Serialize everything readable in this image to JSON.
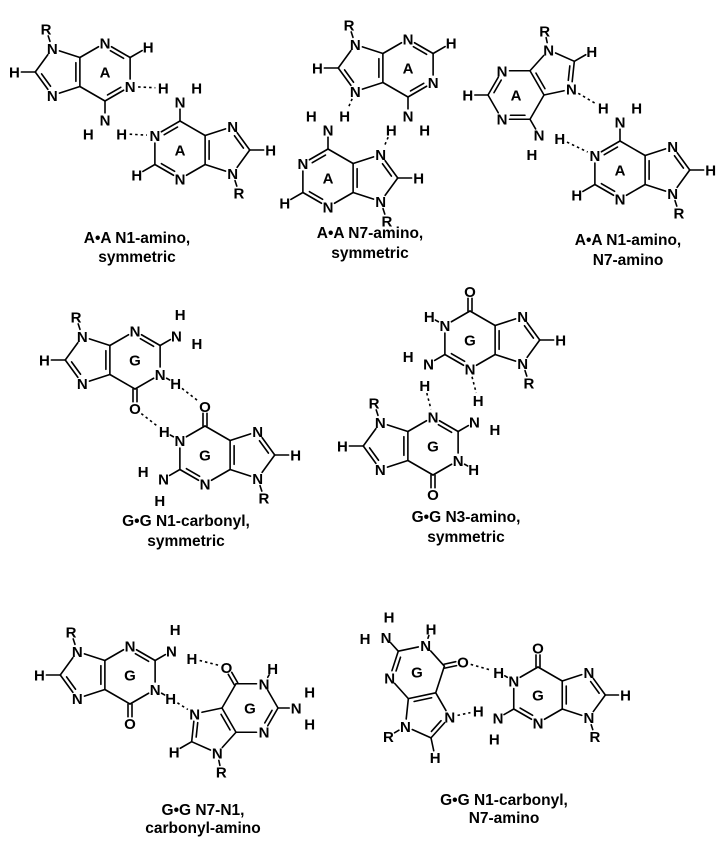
{
  "atom_labels": {
    "nitrogen": "N",
    "hydrogen": "H",
    "oxygen": "O",
    "substituent": "R"
  },
  "molecules": [
    {
      "base": "A"
    },
    {
      "base": "A"
    },
    {
      "base": "A"
    },
    {
      "base": "A"
    },
    {
      "base": "A"
    },
    {
      "base": "A"
    },
    {
      "base": "G"
    },
    {
      "base": "G"
    },
    {
      "base": "G"
    },
    {
      "base": "G"
    },
    {
      "base": "G"
    },
    {
      "base": "G"
    },
    {
      "base": "G"
    },
    {
      "base": "G"
    }
  ],
  "pairs": [
    {
      "line1": "A•A N1-amino,",
      "line2": "symmetric"
    },
    {
      "line1": "A•A N7-amino,",
      "line2": "symmetric"
    },
    {
      "line1": "A•A N1-amino,",
      "line2": "N7-amino"
    },
    {
      "line1": "G•G N1-carbonyl,",
      "line2": "symmetric"
    },
    {
      "line1": "G•G N3-amino,",
      "line2": "symmetric"
    },
    {
      "line1": "G•G N7-N1,",
      "line2": "carbonyl-amino"
    },
    {
      "line1": "G•G N1-carbonyl,",
      "line2": "N7-amino"
    }
  ]
}
